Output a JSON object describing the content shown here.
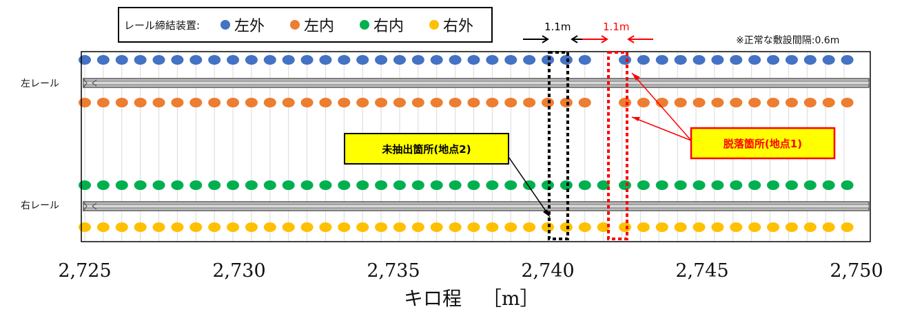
{
  "chart_data": {
    "type": "scatter",
    "x_range": [
      2725,
      2750
    ],
    "x_ticks": [
      "2,725",
      "2,730",
      "2,735",
      "2,740",
      "2,745",
      "2,750"
    ],
    "x_tick_values": [
      2725,
      2730,
      2735,
      2740,
      2745,
      2750
    ],
    "xlabel": "キロ程",
    "xunit": "［m］",
    "grid": true,
    "rail_labels": [
      "左レール",
      "右レール"
    ],
    "legend_title": "レール締結装置:",
    "legend_placement": "top-left",
    "series": [
      {
        "name": "左外",
        "color": "#4472C4",
        "x": [
          2725.0,
          2725.6,
          2726.2,
          2726.8,
          2727.4,
          2728.0,
          2728.6,
          2729.2,
          2729.8,
          2730.4,
          2731.0,
          2731.6,
          2732.2,
          2732.8,
          2733.4,
          2734.0,
          2734.6,
          2735.2,
          2735.8,
          2736.4,
          2737.0,
          2737.6,
          2738.2,
          2738.8,
          2739.4,
          2740.0,
          2740.6,
          2741.2,
          2742.5,
          2743.1,
          2743.7,
          2744.3,
          2744.9,
          2745.5,
          2746.1,
          2746.7,
          2747.3,
          2747.9,
          2748.5,
          2749.1,
          2749.7
        ]
      },
      {
        "name": "左内",
        "color": "#ED7D31",
        "x": [
          2725.0,
          2725.6,
          2726.2,
          2726.8,
          2727.4,
          2728.0,
          2728.6,
          2729.2,
          2729.8,
          2730.4,
          2731.0,
          2731.6,
          2732.2,
          2732.8,
          2733.4,
          2734.0,
          2734.6,
          2735.2,
          2735.8,
          2736.4,
          2737.0,
          2737.6,
          2738.2,
          2738.8,
          2739.4,
          2740.0,
          2740.6,
          2741.2,
          2742.5,
          2743.1,
          2743.7,
          2744.3,
          2744.9,
          2745.5,
          2746.1,
          2746.7,
          2747.3,
          2747.9,
          2748.5,
          2749.1,
          2749.7
        ]
      },
      {
        "name": "右内",
        "color": "#00B050",
        "x": [
          2725.0,
          2725.6,
          2726.2,
          2726.8,
          2727.4,
          2728.0,
          2728.6,
          2729.2,
          2729.8,
          2730.4,
          2731.0,
          2731.6,
          2732.2,
          2732.8,
          2733.4,
          2734.0,
          2734.6,
          2735.2,
          2735.8,
          2736.4,
          2737.0,
          2737.6,
          2738.2,
          2738.8,
          2739.4,
          2740.0,
          2740.6,
          2741.2,
          2741.8,
          2742.5,
          2743.1,
          2743.7,
          2744.3,
          2744.9,
          2745.5,
          2746.1,
          2746.7,
          2747.3,
          2747.9,
          2748.5,
          2749.1,
          2749.7
        ]
      },
      {
        "name": "右外",
        "color": "#FFC000",
        "x": [
          2725.0,
          2725.6,
          2726.2,
          2726.8,
          2727.4,
          2728.0,
          2728.6,
          2729.2,
          2729.8,
          2730.4,
          2731.0,
          2731.6,
          2732.2,
          2732.8,
          2733.4,
          2734.0,
          2734.6,
          2735.2,
          2735.8,
          2736.4,
          2737.0,
          2737.6,
          2738.2,
          2738.8,
          2739.4,
          2740.0,
          2740.6,
          2741.2,
          2741.8,
          2742.5,
          2743.1,
          2743.7,
          2744.3,
          2744.9,
          2745.5,
          2746.1,
          2746.7,
          2747.3,
          2747.9,
          2748.5,
          2749.1,
          2749.7
        ]
      }
    ],
    "annotations": {
      "note": "※正常な敷設間隔:0.6m",
      "spans": [
        {
          "label": "1.1m",
          "x_start": 2739.6,
          "x_end": 2740.7,
          "color": "#000000",
          "style": "dotted-box"
        },
        {
          "label": "1.1m",
          "x_start": 2741.7,
          "x_end": 2742.3,
          "color": "#FF0000",
          "style": "dotted-box"
        }
      ],
      "callouts": [
        {
          "text": "未抽出箇所(地点2)",
          "color": "#000000",
          "fill": "#FFFF00",
          "border": "#000000"
        },
        {
          "text": "脱落箇所(地点1)",
          "color": "#FF0000",
          "fill": "#FFFF00",
          "border": "#FF0000"
        }
      ]
    }
  }
}
